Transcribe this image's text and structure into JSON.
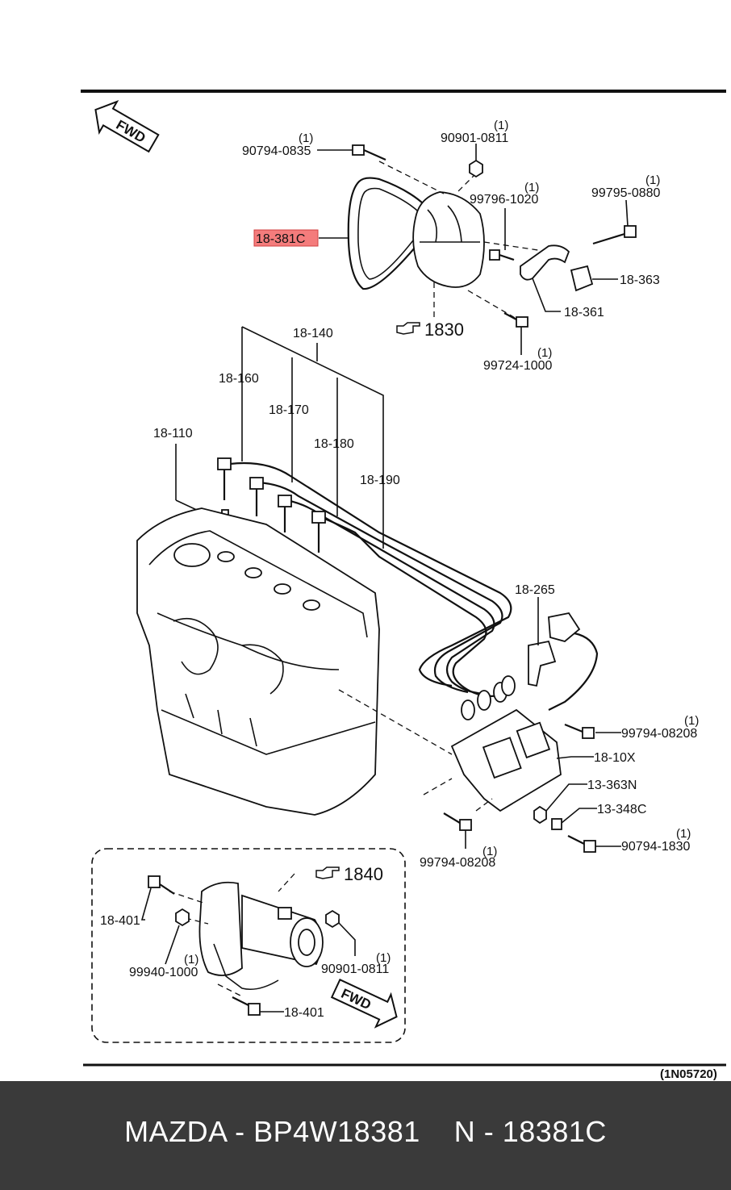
{
  "diagram": {
    "fwd_label": "FWD",
    "diagram_code": "(1N05720)",
    "highlighted_part": "18-381C",
    "highlight_color": "#f47c7c",
    "references": [
      "1830",
      "1840"
    ],
    "labels": {
      "p90794_0835": "90794-0835",
      "q90794_0835": "(1)",
      "p90901_0811_top": "90901-0811",
      "q90901_0811_top": "(1)",
      "p99796_1020": "99796-1020",
      "q99796_1020": "(1)",
      "p99795_0880": "99795-0880",
      "q99795_0880": "(1)",
      "p18_381C": "18-381C",
      "p18_363": "18-363",
      "p18_361": "18-361",
      "p99724_1000": "99724-1000",
      "q99724_1000": "(1)",
      "p18_140": "18-140",
      "p18_160": "18-160",
      "p18_170": "18-170",
      "p18_180": "18-180",
      "p18_190": "18-190",
      "p18_110": "18-110",
      "p18_265": "18-265",
      "p99794_08208_right": "99794-08208",
      "q99794_08208_right": "(1)",
      "p18_10X": "18-10X",
      "p13_363N": "13-363N",
      "p13_348C": "13-348C",
      "p90794_1830": "90794-1830",
      "q90794_1830": "(1)",
      "p99794_08208_bottom": "99794-08208",
      "q99794_08208_bottom": "(1)",
      "p18_401_top": "18-401",
      "p99940_1000": "99940-1000",
      "q99940_1000": "(1)",
      "p90901_0811_inset": "90901-0811",
      "q90901_0811_inset": "(1)",
      "p18_401_bottom": "18-401"
    }
  },
  "footer": {
    "title": "MAZDA - BP4W18381    N - 18381C",
    "background": "#3a3a3a",
    "text_color": "#ffffff"
  }
}
